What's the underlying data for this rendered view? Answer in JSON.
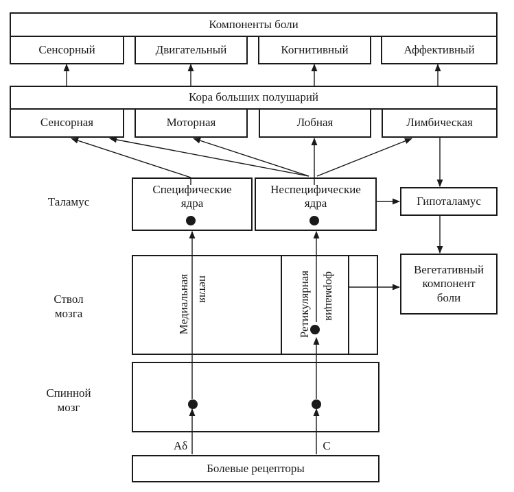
{
  "title": "Компоненты боли",
  "components": [
    "Сенсорный",
    "Двигательный",
    "Когнитивный",
    "Аффективный"
  ],
  "cortex": {
    "title": "Кора больших полушарий",
    "areas": [
      "Сенсорная",
      "Моторная",
      "Лобная",
      "Лимбическая"
    ]
  },
  "levels": {
    "thalamus": "Таламус",
    "brainstem": [
      "Ствол",
      "мозга"
    ],
    "spinal": [
      "Спинной",
      "мозг"
    ]
  },
  "thalamus_nuclei": {
    "specific": [
      "Специфические",
      "ядра"
    ],
    "nonspecific": [
      "Неспецифические",
      "ядра"
    ]
  },
  "hypothalamus": "Гипоталамус",
  "vegetative": [
    "Вегетативный",
    "компонент",
    "боли"
  ],
  "brainstem_paths": {
    "medial_lemniscus": [
      "Медиальная",
      "петля"
    ],
    "reticular_formation": [
      "Ретикулярная",
      "формация"
    ]
  },
  "fibers": {
    "a_delta": "Aδ",
    "c": "C"
  },
  "receptors": "Болевые рецепторы"
}
